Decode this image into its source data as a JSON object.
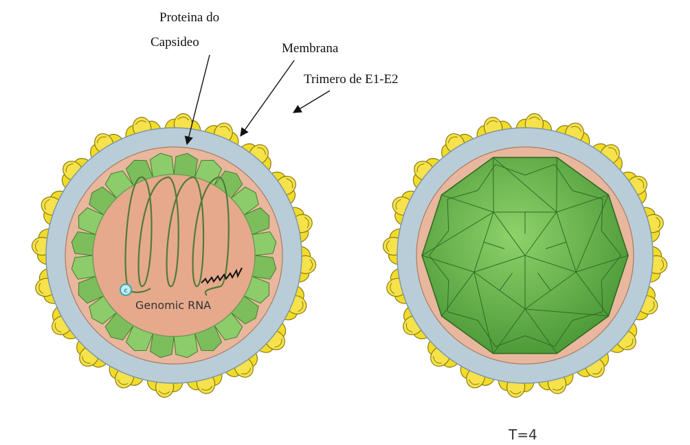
{
  "labels": {
    "capsid_protein_line1": "Proteina do",
    "capsid_protein_line2": "Capsideo",
    "membrane": "Membrana",
    "trimer": "Trimero de E1-E2",
    "genomic_rna": "Genomic RNA",
    "cap": "c",
    "triangulation": "T=4"
  },
  "colors": {
    "spike_yellow": "#f2dc2a",
    "spike_outline": "#8a7a10",
    "membrane_blue": "#b9cdd8",
    "membrane_outline": "#7f96a2",
    "inner_pink": "#e6a98c",
    "capsid_green": "#8dcc6a",
    "capsid_outline": "#3f7b2c",
    "rna_line": "#4f7a3a",
    "cap_teal": "#2fa8b4"
  },
  "icons": {
    "left_virion": "virion-cross-section-icon",
    "right_virion": "virion-exterior-icon"
  }
}
